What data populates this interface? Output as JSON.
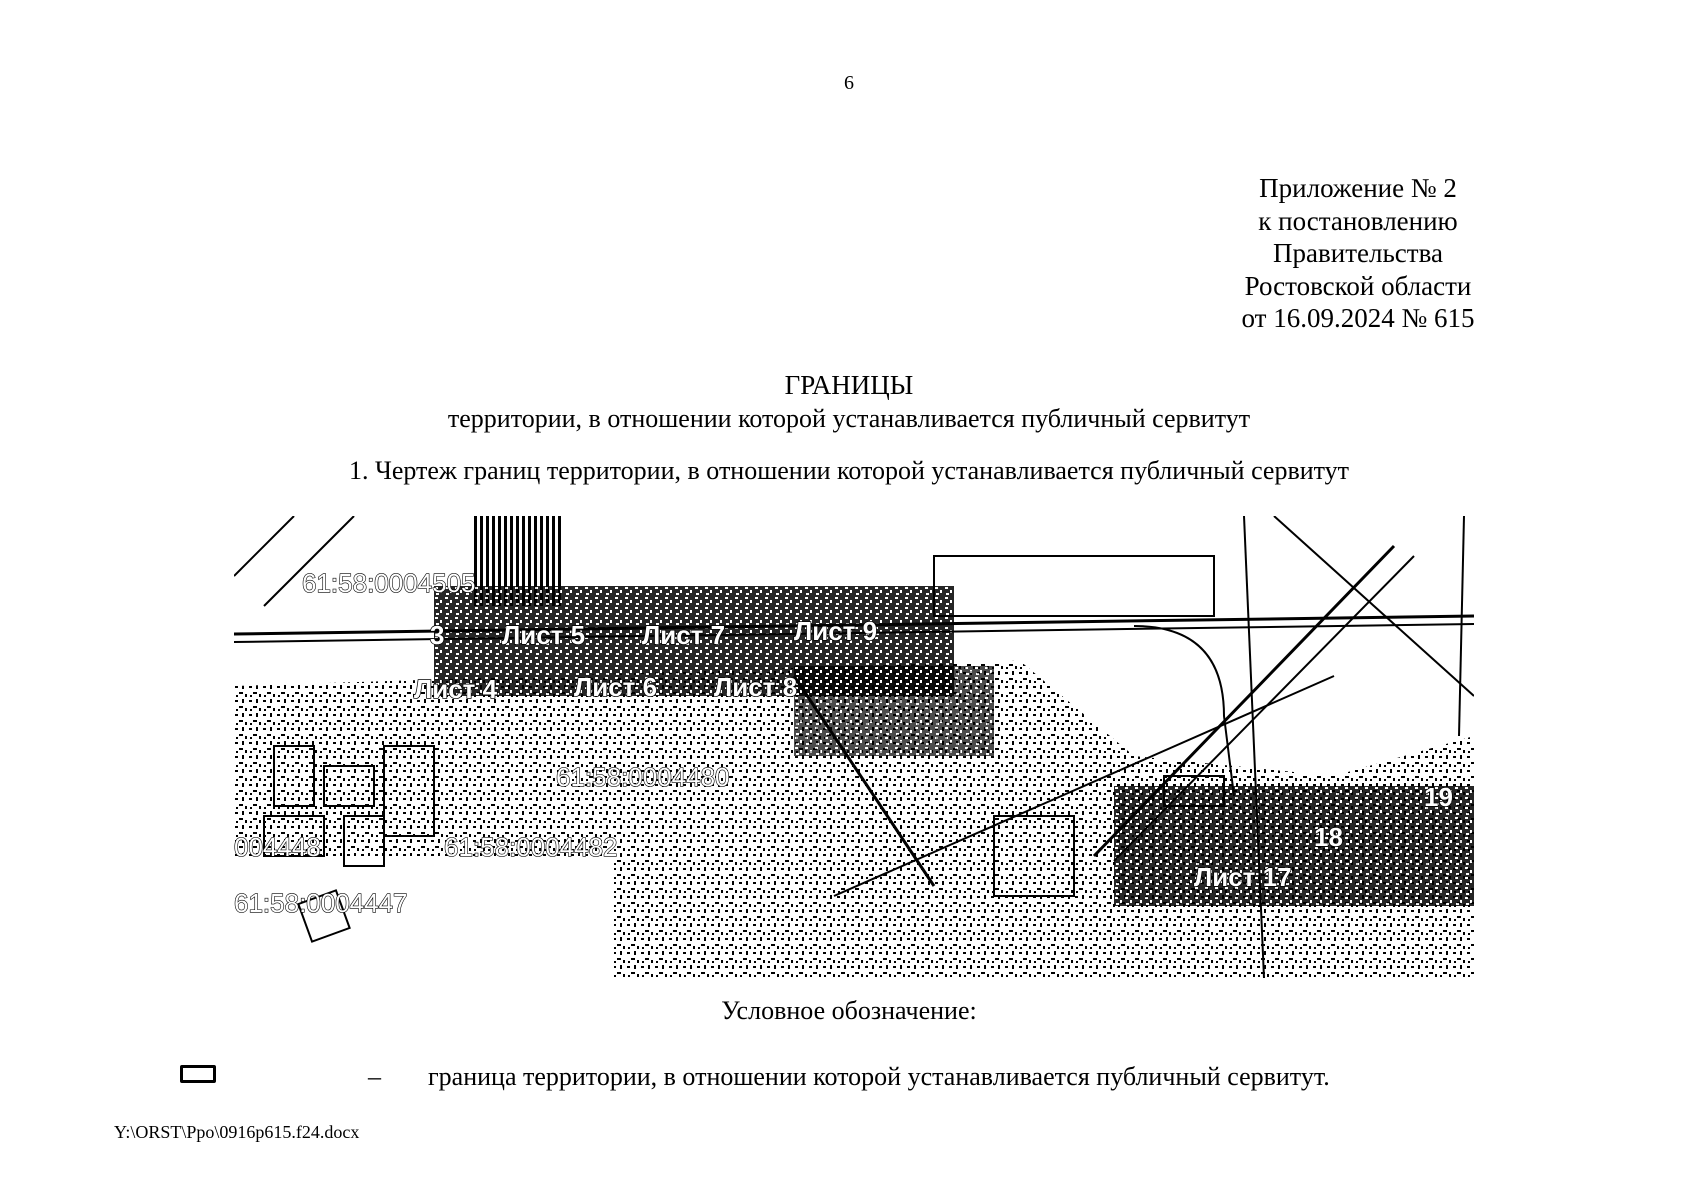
{
  "page_number": "6",
  "appendix": {
    "lines": [
      "Приложение № 2",
      "к постановлению",
      "Правительства",
      "Ростовской области",
      "от 16.09.2024 № 615"
    ]
  },
  "heading": "ГРАНИЦЫ",
  "subheading": "территории, в отношении которой устанавливается публичный сервитут",
  "section_title": "1. Чертеж границ территории, в отношении которой устанавливается публичный сервитут",
  "map": {
    "cadastral_labels": {
      "a": "61:58:0004505",
      "b": "61:58:0004480",
      "c": "004448",
      "d": "61:58:0004482",
      "e": "61:58:0004447"
    },
    "sheet_labels": {
      "s3": "3",
      "s5": "Лист 5",
      "s7": "Лист 7",
      "s9": "Лист 9",
      "s4": "Лист 4",
      "s6": "Лист 6",
      "s8": "Лист 8",
      "s17": "Лист 17",
      "s18": "18",
      "s19": "19"
    }
  },
  "legend": {
    "title": "Условное обозначение:",
    "dash": "–",
    "text": "граница территории, в отношении которой устанавливается публичный сервитут."
  },
  "footer": {
    "file_path": "Y:\\ORST\\Ppo\\0916p615.f24.docx"
  }
}
